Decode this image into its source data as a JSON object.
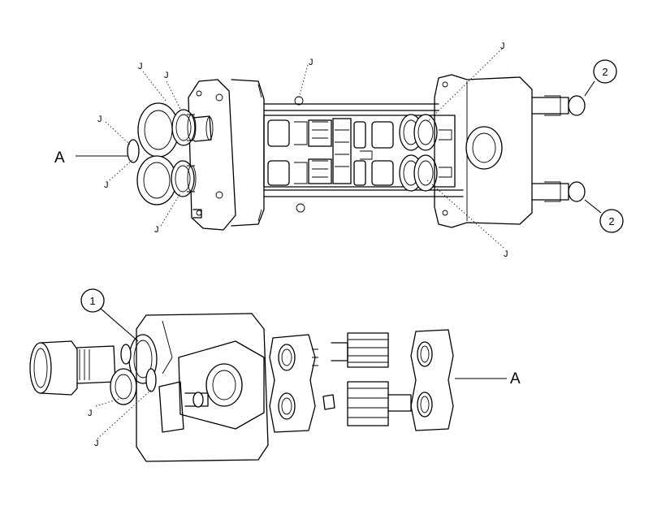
{
  "labels": {
    "a_top": "A",
    "a_bottom": "A",
    "j": "J",
    "ref_1": "1",
    "ref_2": "2"
  },
  "colors": {
    "line": "#000000",
    "background": "#ffffff"
  }
}
